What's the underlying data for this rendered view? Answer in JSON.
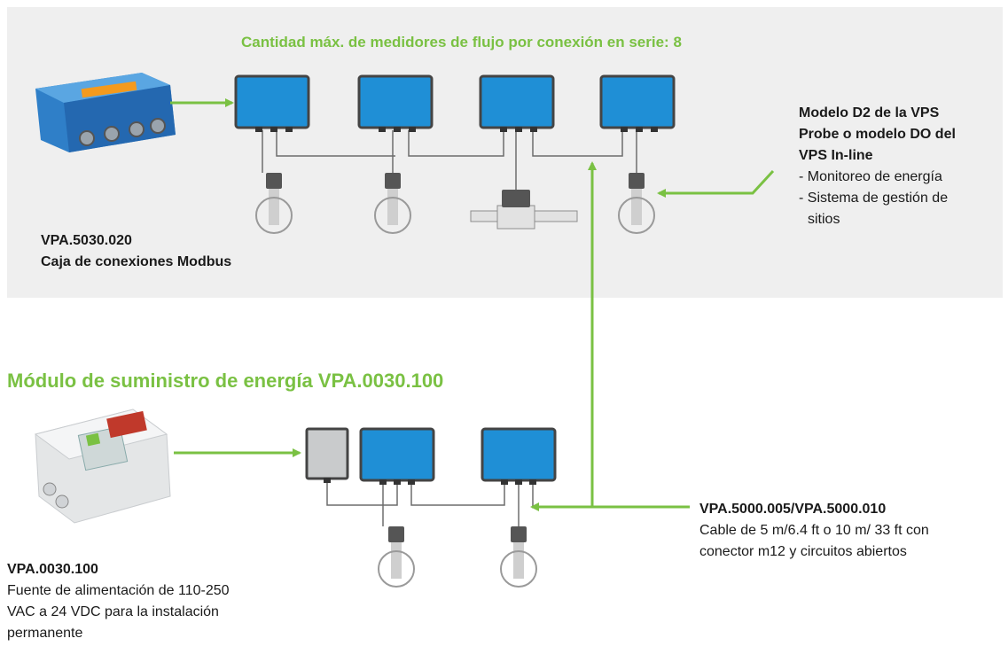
{
  "top_panel": {
    "title": "Cantidad máx. de medidores de flujo por conexión en serie: 8",
    "junction_box": {
      "code": "VPA.5030.020",
      "name": "Caja de conexiones Modbus"
    },
    "vps_models": {
      "title_lines": [
        "Modelo D2 de la VPS",
        "Probe o modelo DO del",
        "VPS In-line"
      ],
      "items": [
        "- Monitoreo de energía",
        "- Sistema de gestión de",
        "sitios"
      ]
    }
  },
  "power_module": {
    "title": "Módulo de suministro de energía VPA.0030.100",
    "code": "VPA.0030.100",
    "description_lines": [
      "Fuente de alimentación de 110-250",
      "VAC a 24 VDC  para la instalación",
      "permanente"
    ]
  },
  "cable": {
    "code": "VPA.5000.005/VPA.5000.010",
    "description_lines": [
      "Cable de 5 m/6.4 ft o 10 m/ 33 ft con",
      "conector m12 y  circuitos abiertos"
    ]
  },
  "colors": {
    "accent_green": "#7ac143",
    "meter_blue": "#1f8fd6",
    "panel_gray": "#efefef",
    "line_gray": "#6d6d6d"
  }
}
